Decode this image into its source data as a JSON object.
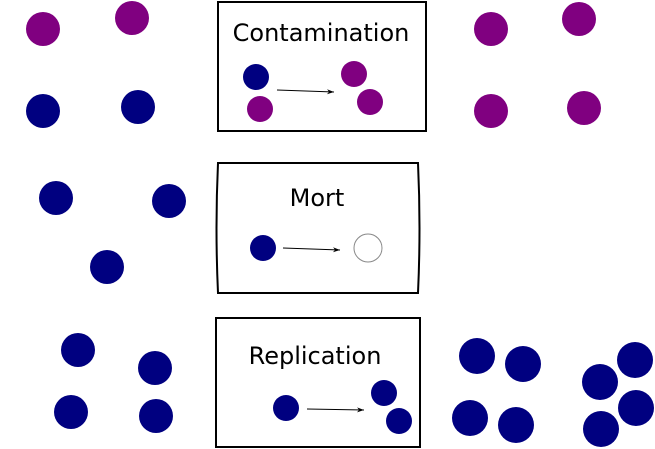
{
  "colors": {
    "purple": "#800080",
    "navy": "#000080",
    "stroke": "#000000",
    "dead_outline": "#888888",
    "background": "#ffffff"
  },
  "panels": [
    {
      "id": "contamination",
      "title": "Contamination",
      "before": [
        "navy",
        "purple"
      ],
      "after": [
        "purple",
        "purple"
      ]
    },
    {
      "id": "mort",
      "title": "Mort",
      "before": [
        "navy"
      ],
      "after": [
        "dead"
      ]
    },
    {
      "id": "replication",
      "title": "Replication",
      "before": [
        "navy"
      ],
      "after": [
        "navy",
        "navy"
      ]
    }
  ],
  "groups": {
    "contamination_left": [
      "purple",
      "purple",
      "navy",
      "navy"
    ],
    "contamination_right": [
      "purple",
      "purple",
      "purple",
      "purple"
    ],
    "mort_left": [
      "navy",
      "navy",
      "navy"
    ],
    "replication_left": [
      "navy",
      "navy",
      "navy",
      "navy"
    ],
    "replication_right": [
      "navy",
      "navy",
      "navy",
      "navy",
      "navy",
      "navy",
      "navy",
      "navy"
    ]
  }
}
